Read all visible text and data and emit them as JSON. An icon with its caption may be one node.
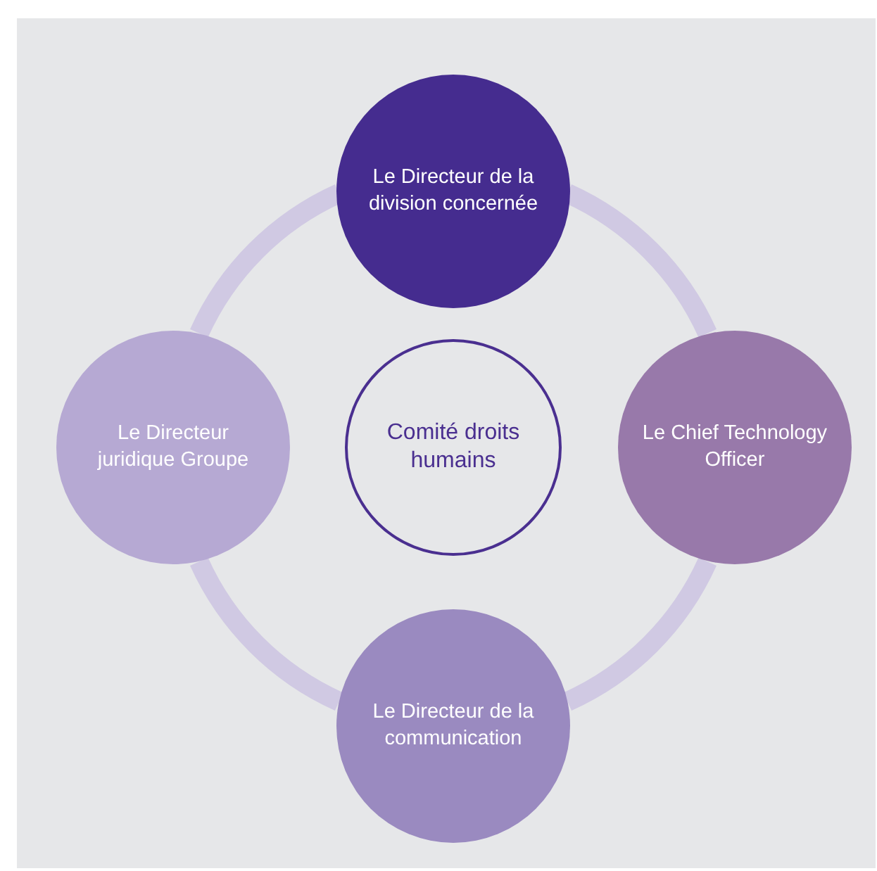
{
  "diagram": {
    "nodes": [
      {
        "text": [
          "Le Directeur de la division concernée"
        ]
      },
      {
        "text": [
          "Le Directeur juridique Groupe"
        ]
      },
      {
        "text": [
          "Comité droits humains"
        ]
      },
      {
        "text": [
          "Le Chief Technology Officer"
        ]
      },
      {
        "text": [
          "Le Directeur de la communication"
        ]
      }
    ],
    "edges": [
      {
        "from": 0,
        "to": 3,
        "arrow": "none"
      },
      {
        "from": 3,
        "to": 4,
        "arrow": "none"
      },
      {
        "from": 4,
        "to": 1,
        "arrow": "none"
      },
      {
        "from": 1,
        "to": 0,
        "arrow": "none"
      }
    ]
  }
}
